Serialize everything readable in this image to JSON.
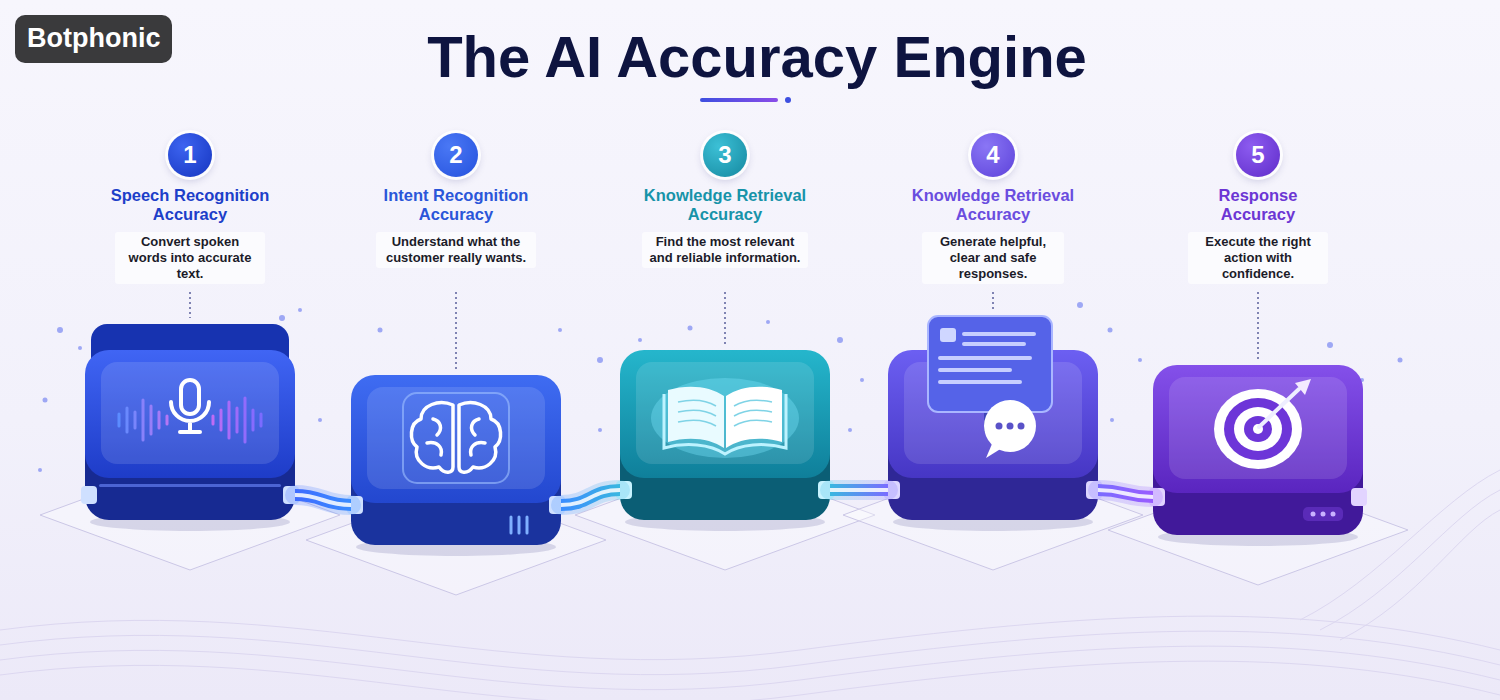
{
  "diagram": {
    "title": "The AI Accuracy Engine",
    "nodes": [
      {
        "text": [
          "Botphonic"
        ]
      },
      {
        "text": [
          "Speech Recognition Accuracy",
          "Convert spoken words into accurate text."
        ]
      },
      {
        "text": [
          "Intent Recognition Accuracy",
          "Understand what the customer really wants."
        ]
      },
      {
        "text": [
          "Knowledge Retrieval Accuracy",
          "Find the most relevant and reliable information."
        ]
      },
      {
        "text": [
          "Knowledge Retrieval Accuracy",
          "Generate helpful, clear and safe responses."
        ]
      },
      {
        "text": [
          "Response Accuracy",
          "Execute the right action with confidence."
        ]
      }
    ],
    "edges": [
      {
        "from": 1,
        "to": 2,
        "arrow": "none"
      },
      {
        "from": 2,
        "to": 3,
        "arrow": "none"
      },
      {
        "from": 3,
        "to": 4,
        "arrow": "none"
      },
      {
        "from": 4,
        "to": 5,
        "arrow": "none"
      }
    ],
    "labels": [
      "1",
      "2",
      "3",
      "4",
      "5"
    ]
  }
}
